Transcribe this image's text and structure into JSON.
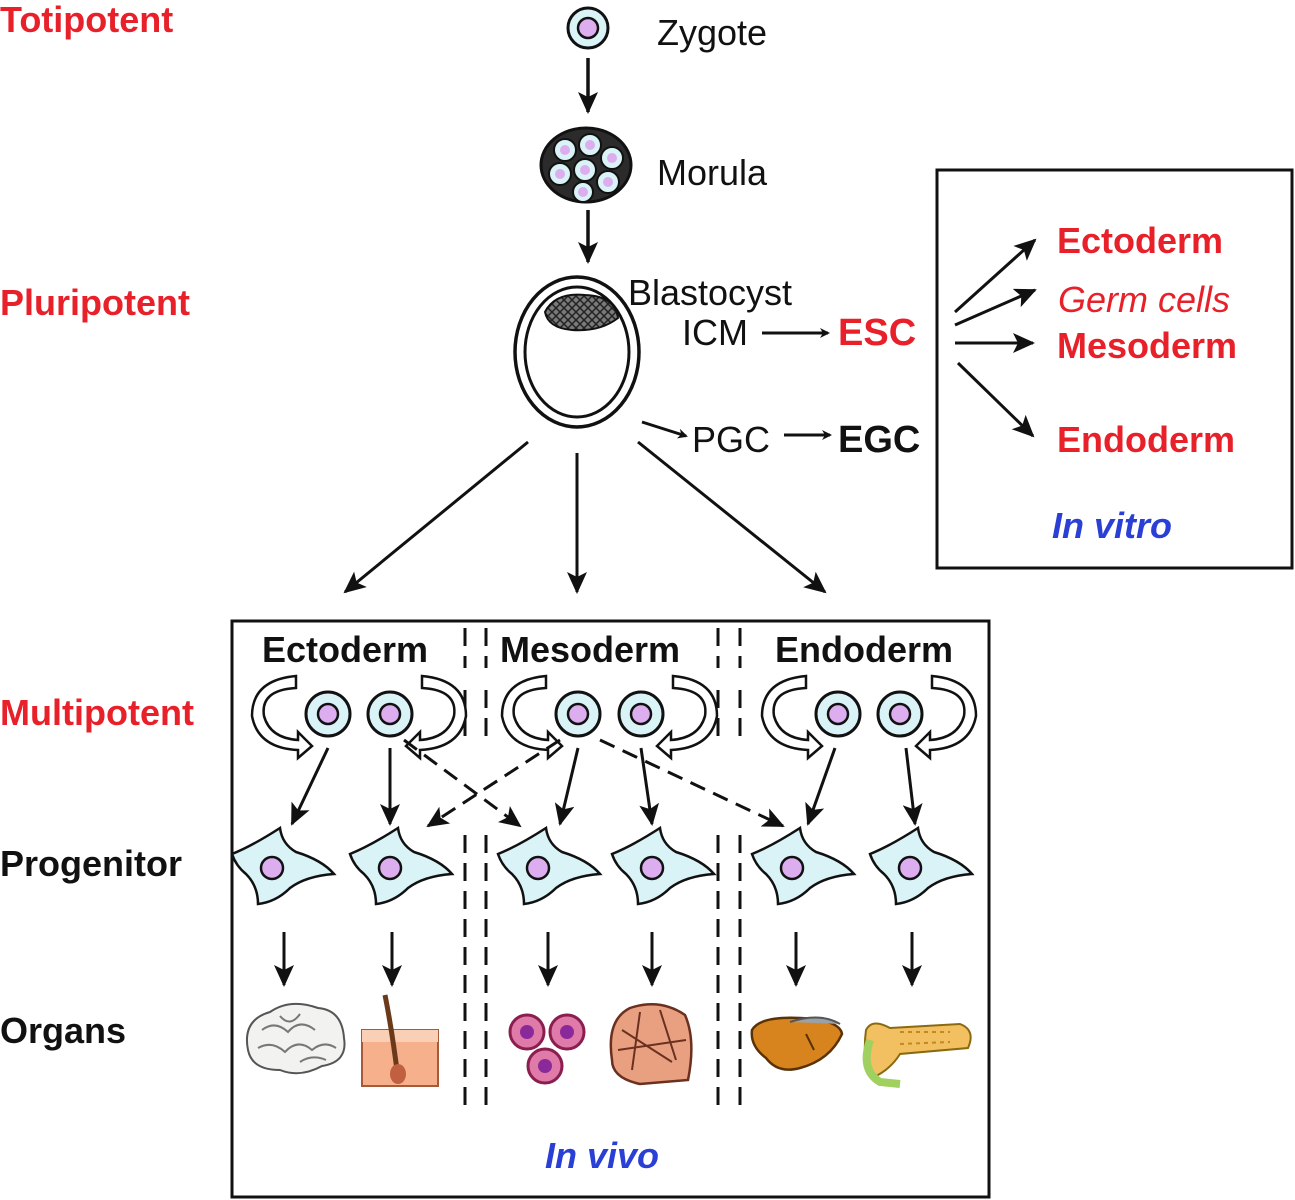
{
  "colors": {
    "red": "#e8202a",
    "blue": "#2a3fd6",
    "black": "#111111",
    "cell_fill": "#d9f3f7",
    "nucleus_fill": "#dcaef0"
  },
  "levels": {
    "totipotent": "Totipotent",
    "pluripotent": "Pluripotent",
    "multipotent": "Multipotent",
    "progenitor": "Progenitor",
    "organs": "Organs"
  },
  "stages": {
    "zygote": "Zygote",
    "morula": "Morula",
    "blastocyst": "Blastocyst",
    "icm": "ICM",
    "esc": "ESC",
    "pgc": "PGC",
    "egc": "EGC"
  },
  "in_vitro": {
    "ectoderm": "Ectoderm",
    "germ_cells": "Germ cells",
    "mesoderm": "Mesoderm",
    "endoderm": "Endoderm",
    "label": "In vitro"
  },
  "in_vivo": {
    "ectoderm": "Ectoderm",
    "mesoderm": "Mesoderm",
    "endoderm": "Endoderm",
    "label": "In vivo"
  },
  "icons": {
    "brain": "brain-icon",
    "skin": "skin-hair-icon",
    "blood": "blood-cells-icon",
    "muscle": "muscle-icon",
    "liver": "liver-icon",
    "pancreas": "pancreas-icon"
  }
}
